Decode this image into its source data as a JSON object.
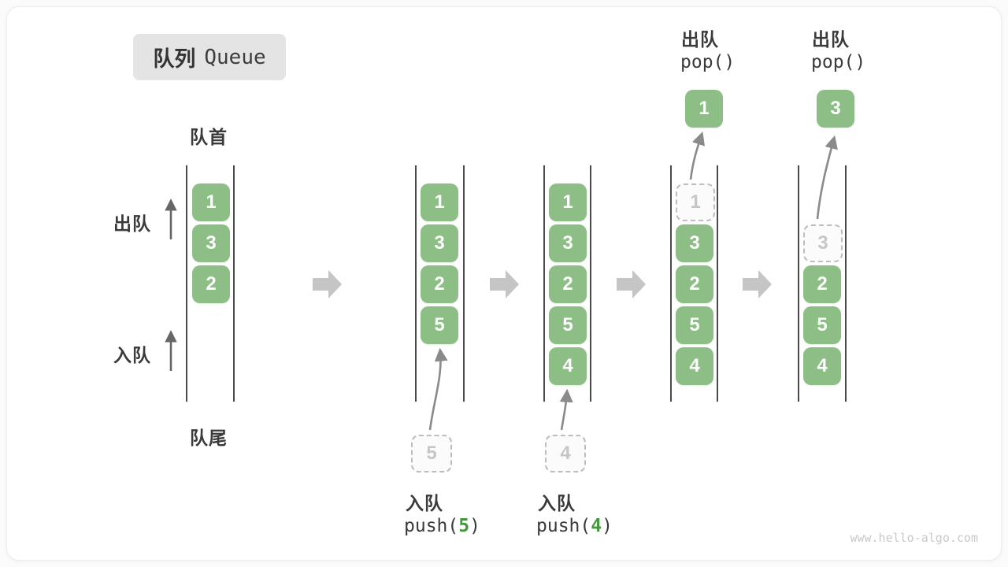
{
  "title": {
    "zh": "队列",
    "en": "Queue"
  },
  "labels": {
    "front": "队首",
    "rear": "队尾",
    "dequeue": "出队",
    "enqueue": "入队"
  },
  "queues": [
    {
      "boxes": [
        "1",
        "3",
        "2"
      ]
    },
    {
      "boxes": [
        "1",
        "3",
        "2",
        "5"
      ],
      "incoming": "5"
    },
    {
      "boxes": [
        "1",
        "3",
        "2",
        "5",
        "4"
      ],
      "incoming": "4"
    },
    {
      "popped": "1",
      "ghost": "1",
      "boxes": [
        "3",
        "2",
        "5",
        "4"
      ]
    },
    {
      "popped": "3",
      "ghost": "3",
      "boxes": [
        "2",
        "5",
        "4"
      ]
    }
  ],
  "ops": {
    "push5": {
      "label": "入队",
      "code_open": "push(",
      "arg": "5",
      "code_close": ")"
    },
    "push4": {
      "label": "入队",
      "code_open": "push(",
      "arg": "4",
      "code_close": ")"
    },
    "pop1": {
      "label": "出队",
      "code": "pop()"
    },
    "pop2": {
      "label": "出队",
      "code": "pop()"
    }
  },
  "watermark": "www.hello-algo.com",
  "colors": {
    "box_green": "#8cbe85",
    "code_green": "#44963f",
    "block_arrow_gray": "#c5c5c5",
    "curve_arrow_gray": "#8a8a8a",
    "wall_gray": "#4a4a4a",
    "badge_bg": "#e4e4e4"
  }
}
